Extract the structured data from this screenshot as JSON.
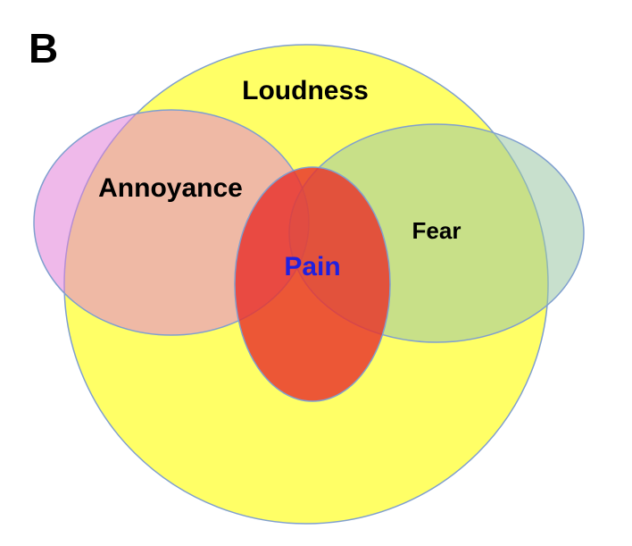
{
  "panel_label": "B",
  "sets": {
    "loudness": {
      "label": "Loudness",
      "fill": "#ffff66",
      "label_color": "#000000"
    },
    "annoyance": {
      "label": "Annoyance",
      "fill": "#eb9ccc",
      "label_color": "#000000"
    },
    "fear": {
      "label": "Fear",
      "fill": "#b7d89a",
      "label_color": "#000000"
    },
    "pain": {
      "label": "Pain",
      "fill": "#e8322c",
      "label_color": "#2020e0"
    }
  },
  "outline_color": "#7f9fcf"
}
